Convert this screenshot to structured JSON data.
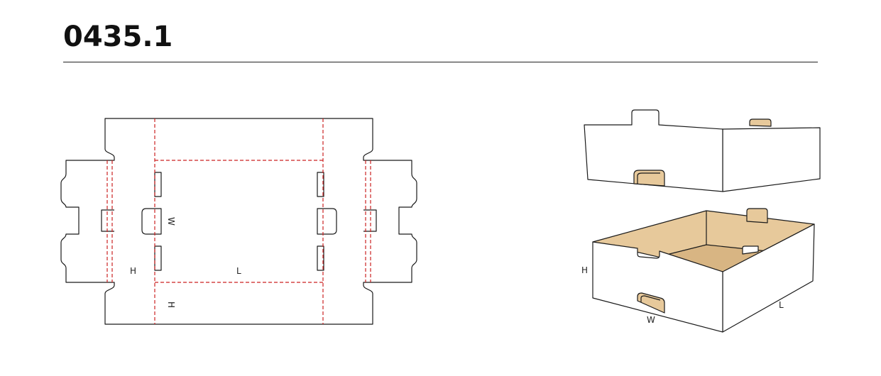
{
  "header": {
    "title": "0435.1"
  },
  "dieline": {
    "labels": {
      "h_side": "H",
      "length": "L",
      "width": "W",
      "h_bottom": "H"
    }
  },
  "box_view": {
    "labels": {
      "height": "H",
      "width": "W",
      "length": "L"
    }
  },
  "colors": {
    "line": "#1a1a1a",
    "crease": "#cc2222",
    "board": "#e7c99b",
    "board_dark": "#d8b583",
    "paper": "#ffffff"
  }
}
